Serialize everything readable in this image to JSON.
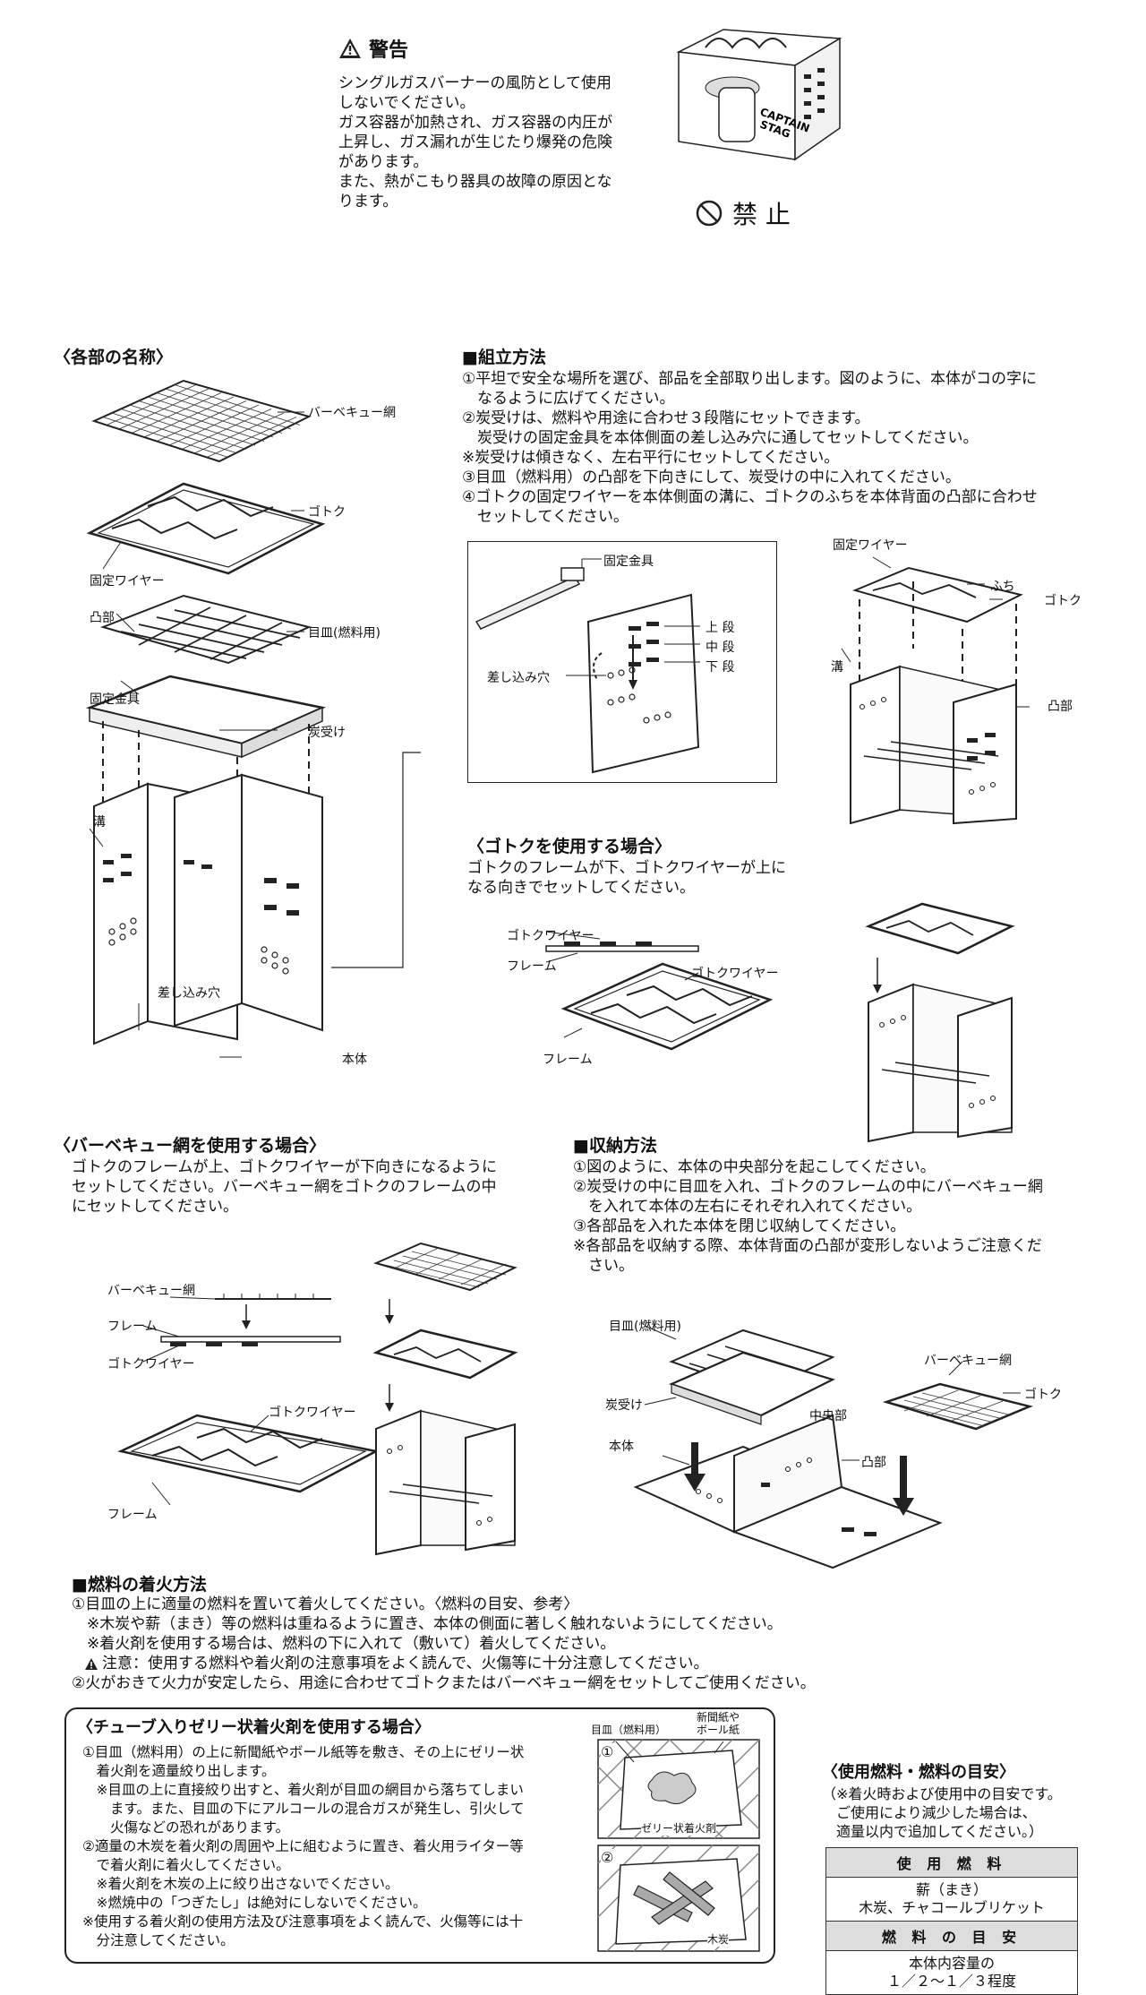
{
  "warning": {
    "title": "警告",
    "text": "シングルガスバーナーの風防として使用しないでください。\nガス容器が加熱され、ガス容器の内圧が上昇し、ガス漏れが生じたり爆発の危険があります。\nまた、熱がこもり器具の故障の原因となります。",
    "lines": [
      "シングルガスバーナーの風防として使用",
      "しないでください。",
      "ガス容器が加熱され、ガス容器の内圧が",
      "上昇し、ガス漏れが生じたり爆発の危険",
      "があります。",
      "また、熱がこもり器具の故障の原因とな",
      "ります。"
    ],
    "prohibited": "禁 止",
    "canister_brand": "CAPTAIN STAG"
  },
  "parts": {
    "heading": "〈各部の名称〉",
    "labels": {
      "bbq_net": "バーベキュー網",
      "gotoku": "ゴトク",
      "fixed_wire": "固定ワイヤー",
      "boss": "凸部",
      "grate": "目皿(燃料用)",
      "fixed_bracket": "固定金具",
      "ash_tray": "炭受け",
      "groove": "溝",
      "insert_hole": "差し込み穴",
      "body": "本体"
    }
  },
  "assembly": {
    "heading": "■組立方法",
    "lines": [
      "①平坦で安全な場所を選び、部品を全部取り出します。図のように、本体がコの字に",
      "　なるように広げてください。",
      "②炭受けは、燃料や用途に合わせ３段階にセットできます。",
      "　炭受けの固定金具を本体側面の差し込み穴に通してセットしてください。",
      "※炭受けは傾きなく、左右平行にセットしてください。",
      "③目皿（燃料用）の凸部を下向きにして、炭受けの中に入れてください。",
      "④ゴトクの固定ワイヤーを本体側面の溝に、ゴトクのふちを本体背面の凸部に合わせ",
      "　セットしてください。"
    ],
    "detail_labels": {
      "fixed_bracket": "固定金具",
      "upper": "上 段",
      "middle": "中 段",
      "lower": "下 段",
      "insert_hole": "差し込み穴"
    },
    "right_labels": {
      "fixed_wire": "固定ワイヤー",
      "rim": "ふち",
      "gotoku": "ゴトク",
      "groove": "溝",
      "boss": "凸部"
    }
  },
  "gotoku_use": {
    "heading": "〈ゴトクを使用する場合〉",
    "lines": [
      "ゴトクのフレームが下、ゴトクワイヤーが上に",
      "なる向きでセットしてください。"
    ],
    "labels": {
      "wire_a": "ゴトクワイヤー",
      "frame_a": "フレーム",
      "wire_b": "ゴトクワイヤー",
      "frame_b": "フレーム"
    }
  },
  "bbq_use": {
    "heading": "〈バーベキュー網を使用する場合〉",
    "lines": [
      "ゴトクのフレームが上、ゴトクワイヤーが下向きになるように",
      "セットしてください。バーベキュー網をゴトクのフレームの中",
      "にセットしてください。"
    ],
    "labels": {
      "net": "バーベキュー網",
      "frame_a": "フレーム",
      "wire_a": "ゴトクワイヤー",
      "wire_b": "ゴトクワイヤー",
      "frame_b": "フレーム"
    }
  },
  "storage": {
    "heading": "■収納方法",
    "lines": [
      "①図のように、本体の中央部分を起こしてください。",
      "②炭受けの中に目皿を入れ、ゴトクのフレームの中にバーベキュー網",
      "　を入れて本体の左右にそれぞれ入れてください。",
      "③各部品を入れた本体を閉じ収納してください。",
      "※各部品を収納する際、本体背面の凸部が変形しないようご注意くだ",
      "　さい。"
    ],
    "labels": {
      "grate": "目皿(燃料用)",
      "bbq_net": "バーベキュー網",
      "gotoku": "ゴトク",
      "ash_tray": "炭受け",
      "center": "中央部",
      "body": "本体",
      "boss": "凸部"
    }
  },
  "ignition": {
    "heading": "■燃料の着火方法",
    "lines": [
      "①目皿の上に適量の燃料を置いて着火してください。〈燃料の目安、参考〉",
      "　※木炭や薪（まき）等の燃料は重ねるように置き、本体の側面に著しく触れないようにしてください。",
      "　※着火剤を使用する場合は、燃料の下に入れて（敷いて）着火してください。",
      "注意：使用する燃料や着火剤の注意事項をよく読んで、火傷等に十分注意してください。",
      "②火がおきて火力が安定したら、用途に合わせてゴトクまたはバーベキュー網をセットしてご使用ください。"
    ]
  },
  "gel": {
    "heading": "〈チューブ入りゼリー状着火剤を使用する場合〉",
    "lines": [
      "①目皿（燃料用）の上に新聞紙やボール紙等を敷き、その上にゼリー状",
      "　着火剤を適量絞り出します。",
      "　※目皿の上に直接絞り出すと、着火剤が目皿の網目から落ちてしまい",
      "　　ます。また、目皿の下にアルコールの混合ガスが発生し、引火して",
      "　　火傷などの恐れがあります。",
      "②適量の木炭を着火剤の周囲や上に組むように置き、着火用ライター等",
      "　で着火剤に着火してください。",
      "　※着火剤を木炭の上に絞り出さないでください。",
      "　※燃焼中の「つぎたし」は絶対にしないでください。",
      "※使用する着火剤の使用方法及び注意事項をよく読んで、火傷等には十",
      "　分注意してください。"
    ],
    "figure": {
      "step1": "①",
      "step2": "②",
      "grate": "目皿（燃料用）",
      "paper": "新聞紙や\nボール紙",
      "paper_l1": "新聞紙や",
      "paper_l2": "ボール紙",
      "gel": "ゼリー状着火剤",
      "charcoal": "木炭"
    }
  },
  "fuel": {
    "heading": "〈使用燃料・燃料の目安〉",
    "note": [
      "（※着火時および使用中の目安です。",
      "　ご使用により減少した場合は、",
      "　適量以内で追加してください。）"
    ],
    "table": {
      "fuel_header": "使 用 燃 料",
      "fuel_values": [
        "薪（まき）",
        "木炭、チャコールブリケット"
      ],
      "guide_header": "燃 料 の 目 安",
      "guide_values": [
        "本体内容量の",
        "１／２〜１／３程度"
      ]
    }
  }
}
